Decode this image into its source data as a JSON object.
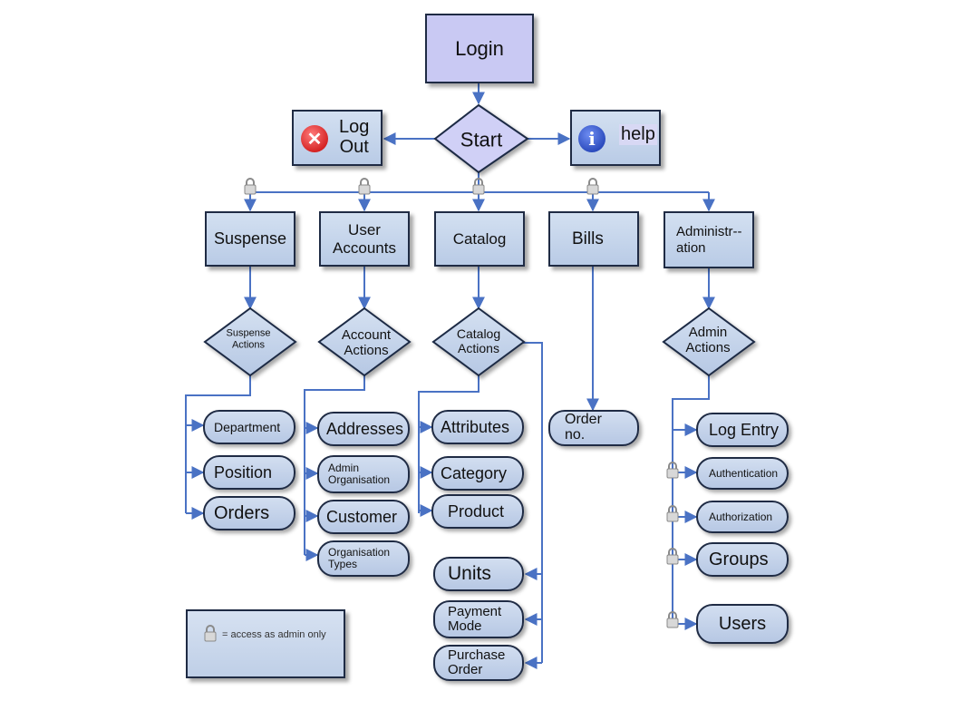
{
  "top": {
    "login": "Login",
    "start": "Start",
    "logout": [
      "Log",
      "Out"
    ],
    "help": "help"
  },
  "categories": {
    "suspense": "Suspense",
    "user_accounts": [
      "User",
      "Accounts"
    ],
    "catalog": "Catalog",
    "bills": "Bills",
    "administration": [
      "Administr--",
      "ation"
    ]
  },
  "actions": {
    "suspense": [
      "Suspense",
      "Actions"
    ],
    "account": [
      "Account",
      "Actions"
    ],
    "catalog": [
      "Catalog",
      "Actions"
    ],
    "admin": [
      "Admin",
      "Actions"
    ]
  },
  "leaves": {
    "suspense": [
      "Department",
      "Position",
      "Orders"
    ],
    "accounts": [
      "Addresses",
      [
        "Admin",
        "Organisation"
      ],
      "Customer",
      [
        "Organisation",
        "Types"
      ]
    ],
    "catalog": [
      "Attributes",
      "Category",
      "Product",
      "Units",
      [
        "Payment",
        "Mode"
      ],
      [
        "Purchase",
        "Order"
      ]
    ],
    "bills": [
      "Order",
      "no."
    ],
    "admin": [
      "Log Entry",
      "Authentication",
      "Authorization",
      "Groups",
      "Users"
    ]
  },
  "legend": {
    "text": "= access as admin only",
    "icon": "lock-icon"
  },
  "colors": {
    "box_fill": "#c3d3ea",
    "box_border": "#1f2b44",
    "login_fill": "#c9c9f3",
    "connector": "#4a72c4"
  }
}
